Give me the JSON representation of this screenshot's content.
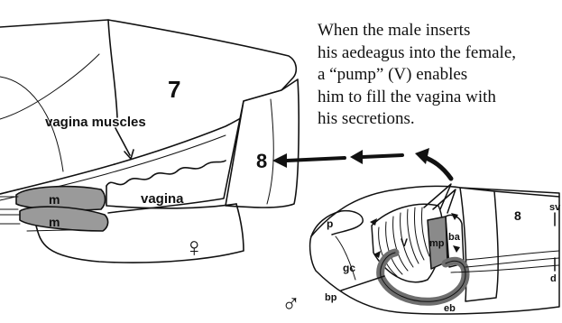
{
  "caption": {
    "lines": [
      "When the male inserts",
      "his aedeagus into the female,",
      "a “pump” (V) enables",
      "him to fill the vagina with",
      "his secretions."
    ]
  },
  "female": {
    "segment_7": "7",
    "segment_8": "8",
    "vagina_muscles": "vagina muscles",
    "vagina": "vagina",
    "m_upper": "m",
    "m_lower": "m",
    "sex_symbol": "♀"
  },
  "male": {
    "p": "p",
    "v": "V",
    "mp": "mp",
    "ba": "ba",
    "segment_8": "8",
    "gc": "gc",
    "bp": "bp",
    "eb": "eb",
    "sv": "sv",
    "d": "d",
    "sex_symbol": "♂"
  },
  "colors": {
    "muscle_fill": "#9a9a9a",
    "ejaculatory_bulb": "#6e6e6e",
    "ink": "#111111"
  }
}
